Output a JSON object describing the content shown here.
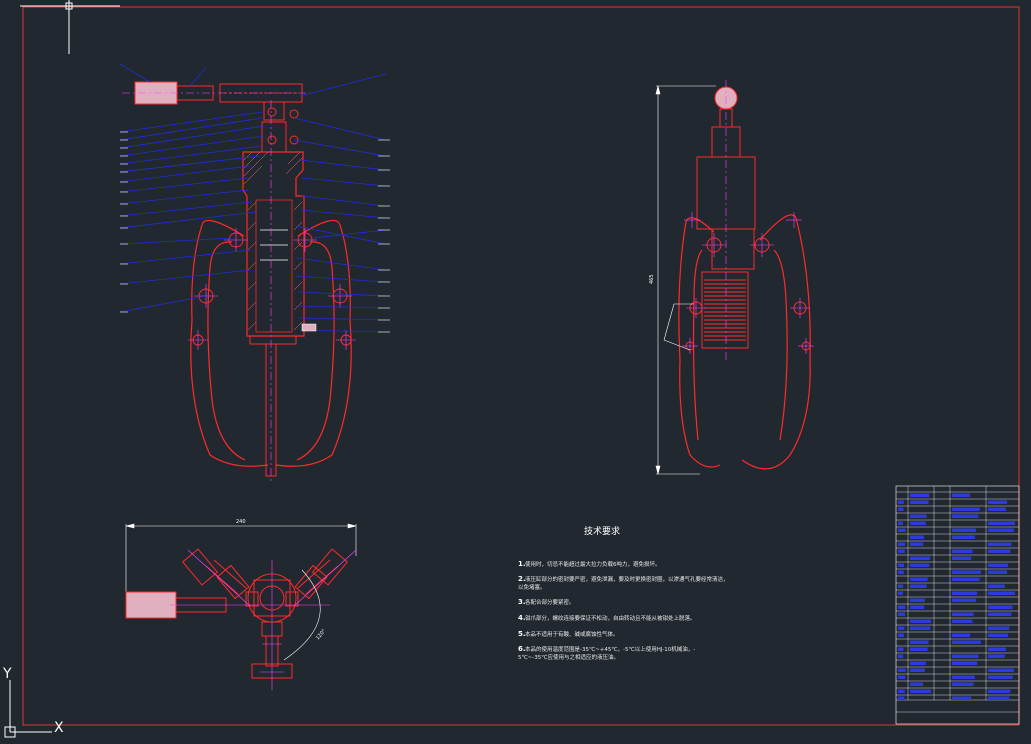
{
  "drawing": {
    "colors": {
      "background": "#212830",
      "border": "#e0383a",
      "part_line": "#ff2a2a",
      "leader_line": "#1f2fd8",
      "center_line": "#ff40ff",
      "dimension": "#ffffff",
      "hatch": "#ffb0b0"
    },
    "tech_requirements": {
      "title": "技术要求",
      "items": [
        {
          "num": "1.",
          "text": "使用时，切忌不能超过最大拉力负载6吨力，避免损坏。"
        },
        {
          "num": "2.",
          "text": "液压缸部分的密封要严密，避免泄漏，要及时更换密封圈，以渗通气孔要经常清洁，",
          "text2": "以免堵塞。"
        },
        {
          "num": "3.",
          "text": "各配合部分要紧密。"
        },
        {
          "num": "4.",
          "text": "钳爪部分，螺纹连接要保证不松动，自由转动且不能从被钳处上脱落。"
        },
        {
          "num": "5.",
          "text": "本品不适用于有酸、碱或腐蚀性气体。"
        },
        {
          "num": "6.",
          "text": "本品的使用温度范围是-35℃~+45℃，-5℃以上使用HJ-10机械油，-",
          "text2": "5℃~-35℃应使用与之相适应的液压油。"
        }
      ]
    },
    "dimensions": {
      "top_width": "240",
      "height": "465",
      "angle": "120°"
    },
    "axes": {
      "y": "Y",
      "x": "X"
    }
  }
}
